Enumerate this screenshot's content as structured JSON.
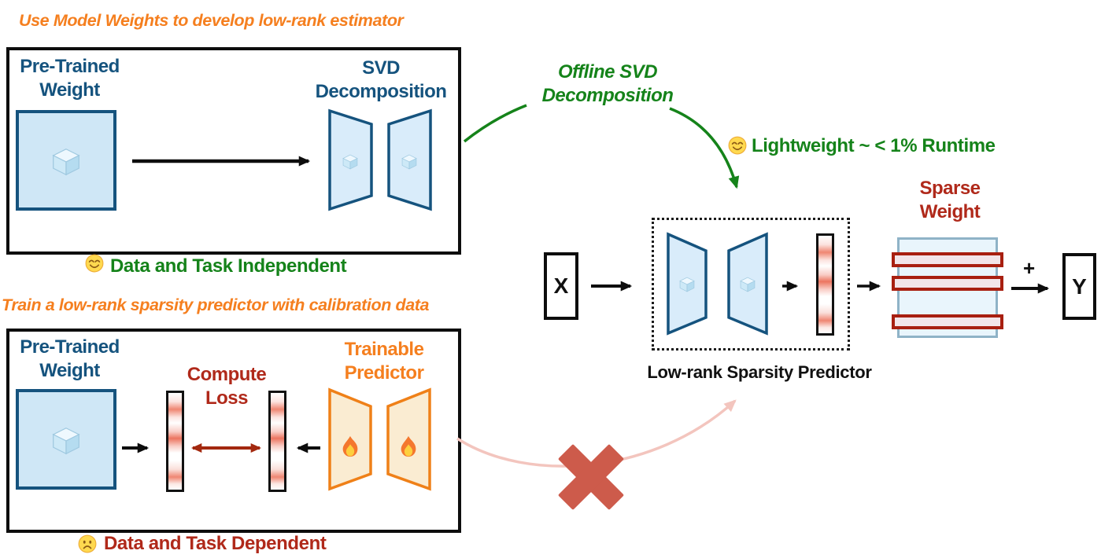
{
  "colors": {
    "orange": "#f57f1f",
    "green": "#15831a",
    "dark_blue": "#15537e",
    "dark_red": "#b0291a",
    "arrow_red": "#a3290f",
    "pink_arrow": "#f3c5be",
    "reject_x": "#cd5b4b",
    "weight_square_fill": "#cfe7f6",
    "trapezoid_blue_fill": "#d9ecfa",
    "trapezoid_orange_fill": "#faecd2",
    "sparse_fill": "#e9f5fc",
    "sparse_border": "#8fb3c7"
  },
  "top_panel": {
    "heading": "Use Model Weights to develop low-rank estimator",
    "pretrained_label": [
      "Pre-Trained",
      "Weight"
    ],
    "svd_label": [
      "SVD",
      "Decomposition"
    ],
    "weight_icon": "ice-cube-icon",
    "note_icon": "smiley-icon",
    "note": "Data and Task Independent"
  },
  "bottom_panel": {
    "heading": "Train a low-rank sparsity predictor with calibration data",
    "pretrained_label": [
      "Pre-Trained",
      "Weight"
    ],
    "compute_loss_label": [
      "Compute",
      "Loss"
    ],
    "trainable_label": [
      "Trainable",
      "Predictor"
    ],
    "weight_icon": "ice-cube-icon",
    "predictor_icon": "flame-icon",
    "note_icon": "frown-icon",
    "note": "Data and Task Dependent"
  },
  "pipeline": {
    "offline_label": [
      "Offline SVD",
      "Decomposition"
    ],
    "lightweight_icon": "smiley-icon",
    "lightweight_note": "Lightweight ~ < 1% Runtime",
    "sparse_label": [
      "Sparse",
      "Weight"
    ],
    "input_label": "X",
    "output_label": "Y",
    "plus_label": "+",
    "predictor_caption": "Low-rank Sparsity Predictor"
  }
}
